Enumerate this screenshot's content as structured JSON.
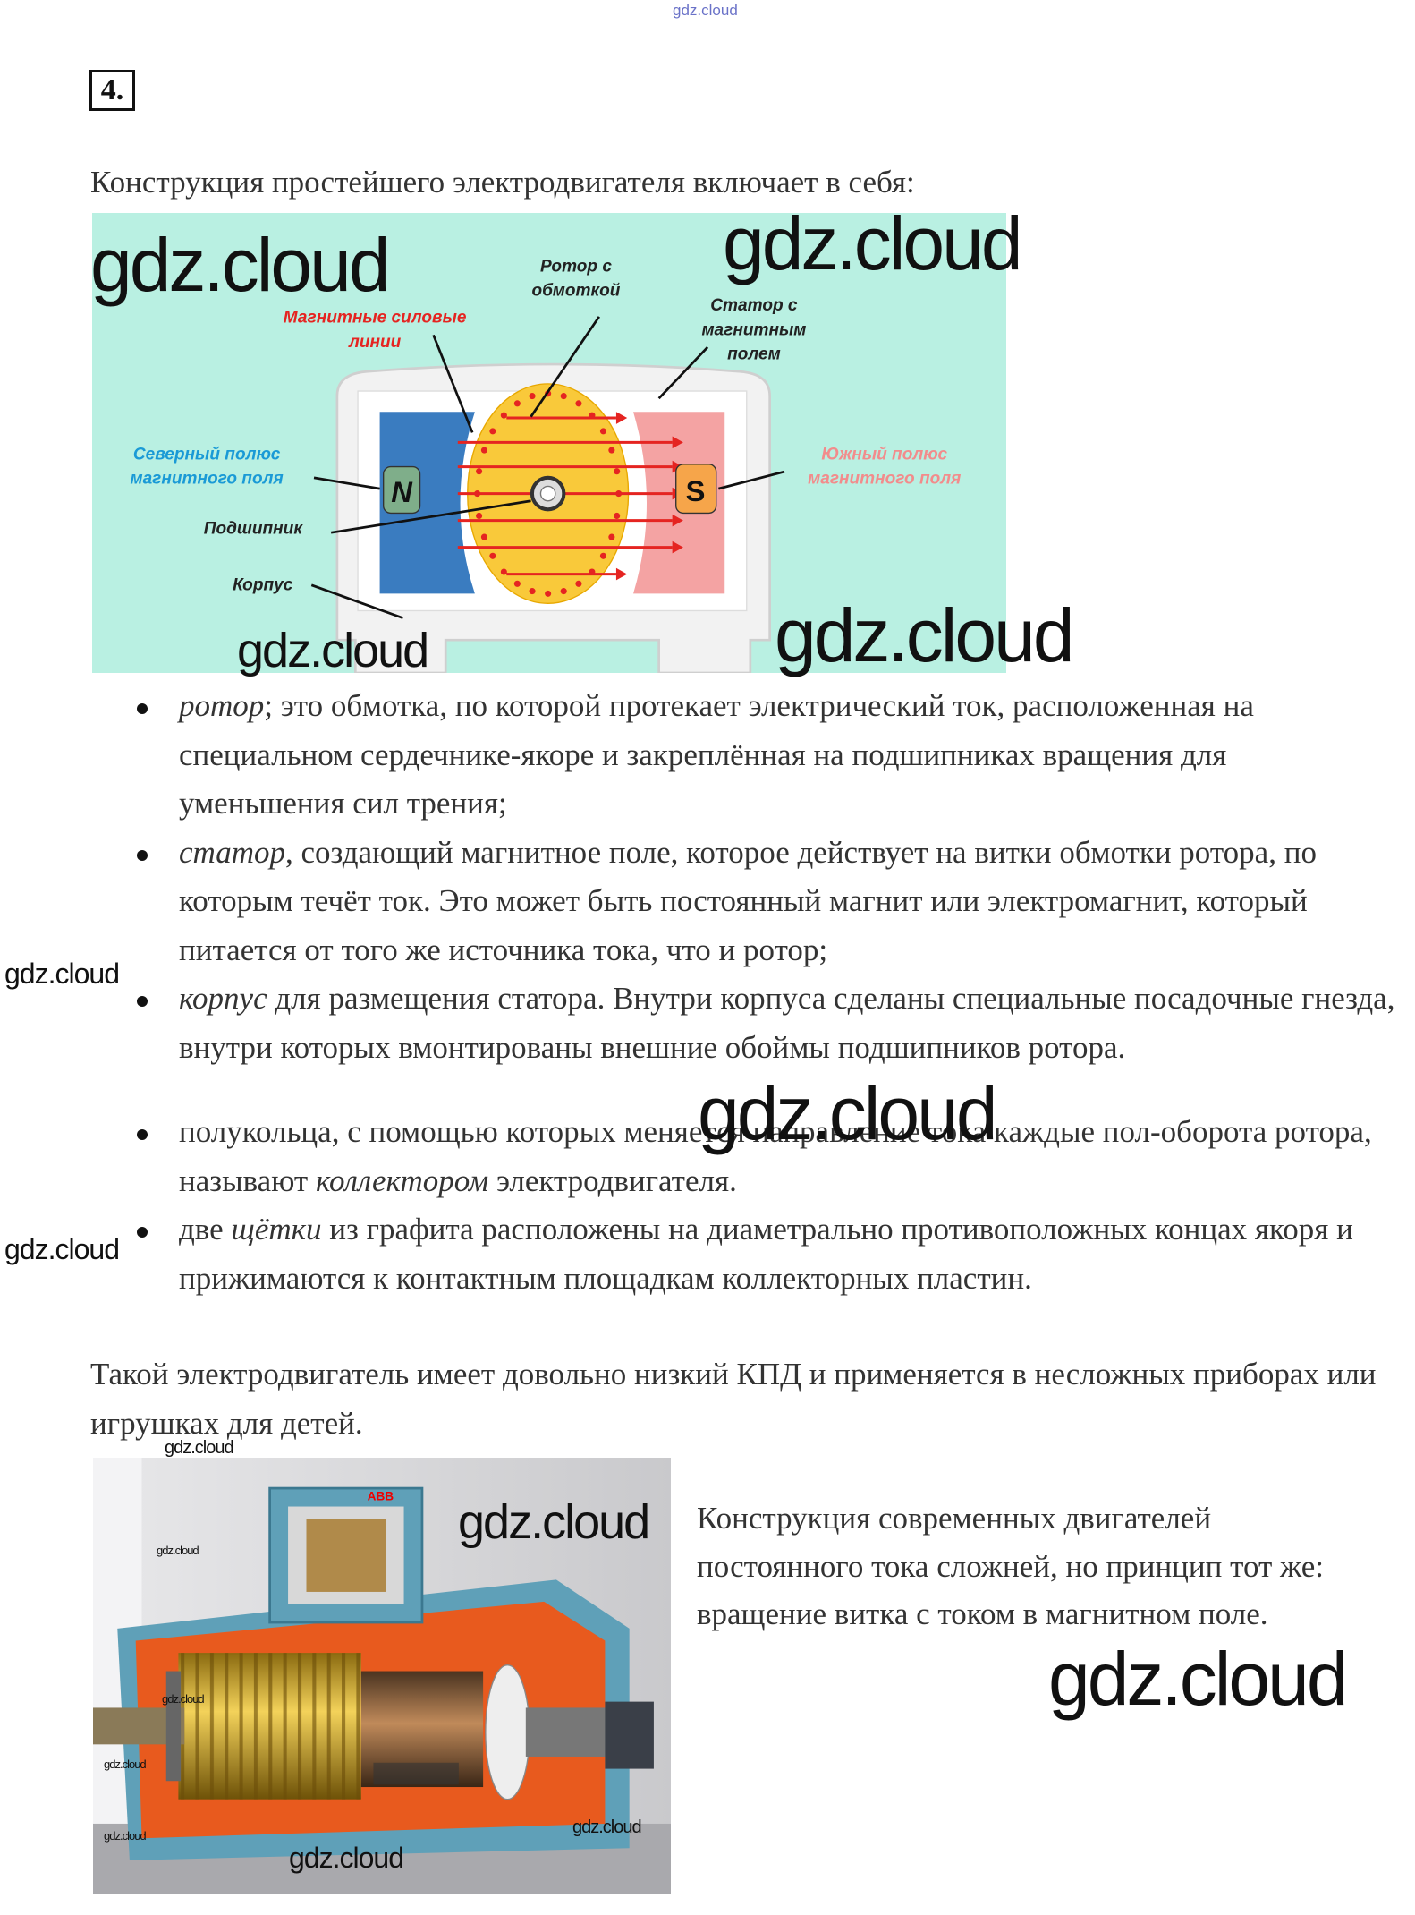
{
  "header": {
    "site_mark": "gdz.cloud",
    "task_number": "4."
  },
  "intro": "Конструкция простейшего электродвигателя включает в себя:",
  "diagram": {
    "labels": {
      "rotor_line1": "Ротор с",
      "rotor_line2": "обмоткой",
      "lines_line1": "Магнитные силовые",
      "lines_line2": "линии",
      "stator_line1": "Статор с",
      "stator_line2": "магнитным",
      "stator_line3": "полем",
      "north_line1": "Северный полюс",
      "north_line2": "магнитного поля",
      "south_line1": "Южный полюс",
      "south_line2": "магнитного поля",
      "bearing": "Подшипник",
      "body": "Корпус",
      "n": "N",
      "s": "S"
    },
    "colors": {
      "background": "#b9f0e2",
      "north": "#3a7cc0",
      "south": "#f4a3a3",
      "rotor": "#f9c93a",
      "field_lines": "#e52421",
      "north_label": "#1a9ad6",
      "south_label": "#f28c8c"
    }
  },
  "bullets": [
    {
      "em": "ротор",
      "rest": "; это обмотка, по которой протекает электрический ток, расположенная на специальном сердечнике-якоре и закреплённая на подшипниках вращения для уменьшения сил трения;"
    },
    {
      "em": "статор",
      "rest": ", создающий магнитное поле, которое действует на витки обмотки ротора, по которым течёт ток. Это может быть постоянный магнит или электромагнит, который питается от того же источника тока, что и ротор;"
    },
    {
      "em": "корпус",
      "rest": " для размещения статора. Внутри корпуса сделаны специальные посадочные гнезда, внутри которых вмонтированы внешние обоймы подшипников ротора."
    },
    {
      "pre": "полукольца, с помощью которых меняется направление тока каждые пол-оборота ротора, называют ",
      "em": "коллектором",
      "rest": " электродвигателя."
    },
    {
      "pre": "две ",
      "em": "щётки",
      "rest": " из графита расположены на диаметрально противоположных концах якоря и прижимаются к контактным площадкам коллекторных пластин."
    }
  ],
  "conclusion": "Такой электродвигатель имеет довольно низкий КПД и применяется в несложных приборах или игрушках для детей.",
  "photo_label": "ABB",
  "side_text": "Конструкция современных двигателей постоянного тока сложней, но принцип тот же: вращение витка с током в магнитном поле.",
  "watermark": "gdz.cloud"
}
